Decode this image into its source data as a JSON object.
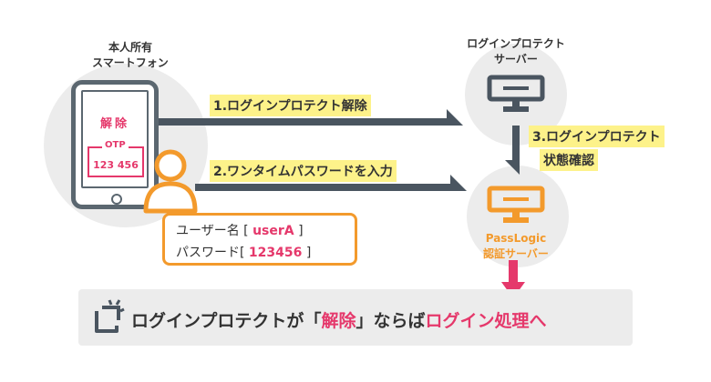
{
  "phone": {
    "title_line1": "本人所有",
    "title_line2": "スマートフォン",
    "screen_text": "解除",
    "otp_label": "OTP",
    "otp_value": "123 456"
  },
  "protect_server": {
    "label_line1": "ログインプロテクト",
    "label_line2": "サーバー"
  },
  "passlogic_server": {
    "label_line1": "PassLogic",
    "label_line2": "認証サーバー"
  },
  "steps": {
    "step1": "1.ログインプロテクト解除",
    "step2": "2.ワンタイムパスワードを入力",
    "step3_line1": "3.ログインプロテクト",
    "step3_line2": "状態確認"
  },
  "credentials": {
    "user_label": "ユーザー名 [",
    "user_value": "userA",
    "user_close": "]",
    "pw_label": "パスワード[",
    "pw_value": "123456",
    "pw_close": "]"
  },
  "banner": {
    "text_before": "ログインプロテクトが",
    "quote_open": "「",
    "quote_value": "解除",
    "quote_close": "」",
    "text_middle": "ならば",
    "text_end": "ログイン処理へ"
  },
  "colors": {
    "pink": "#e5386b",
    "orange": "#f39a2c",
    "dark": "#4a5560",
    "highlight": "#fdf28a"
  }
}
